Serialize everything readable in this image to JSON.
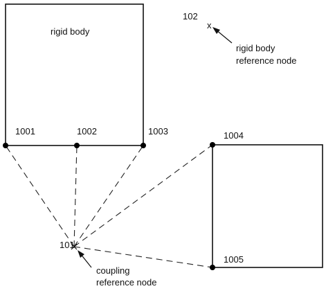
{
  "labels": {
    "rigid_body": "rigid body",
    "node_102": "102",
    "rigid_ref_line1": "rigid body",
    "rigid_ref_line2": "reference node",
    "node_1001": "1001",
    "node_1002": "1002",
    "node_1003": "1003",
    "node_1004": "1004",
    "node_1005": "1005",
    "node_101": "101",
    "coupling_ref_line1": "coupling",
    "coupling_ref_line2": "reference node",
    "cross_glyph": "x"
  },
  "colors": {
    "stroke": "#111111",
    "background": "#ffffff"
  }
}
